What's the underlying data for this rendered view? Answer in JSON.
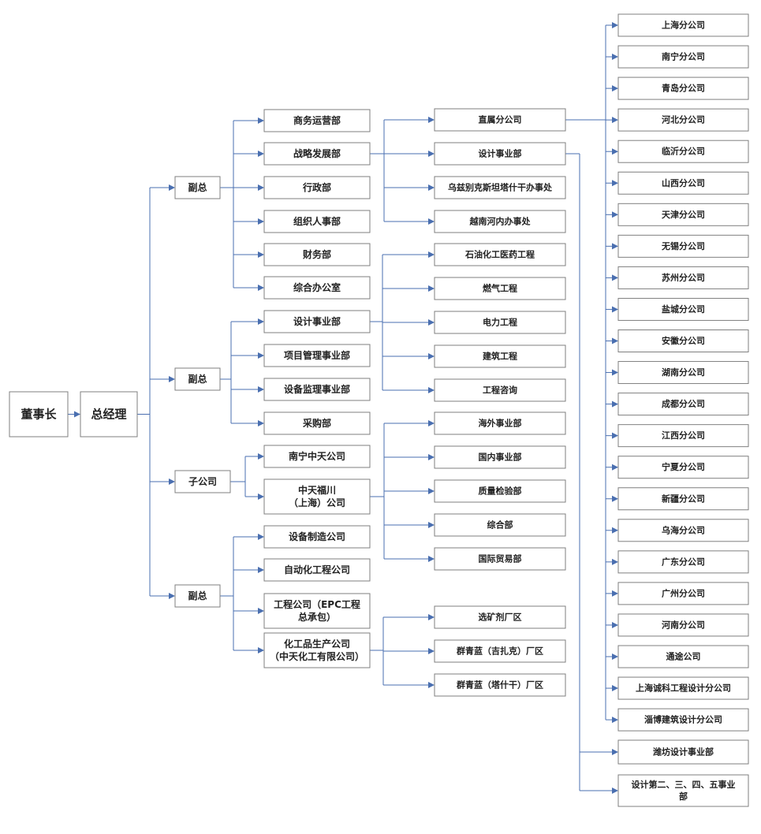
{
  "nodes": {
    "chairman": "董事长",
    "gm": "总经理",
    "vp1": "副总",
    "vp2": "副总",
    "sub": "子公司",
    "vp3": "副总",
    "shangwu": "商务运营部",
    "zhanlue": "战略发展部",
    "xingzheng": "行政部",
    "zuzhi": "组织人事部",
    "caiwu": "财务部",
    "zonghe_office": "综合办公室",
    "sheji_dept": "设计事业部",
    "xiangmu": "项目管理事业部",
    "shebei_jianli": "设备监理事业部",
    "caigou": "采购部",
    "nanning_zt": "南宁中天公司",
    "zt_fuchuan": [
      "中天福川",
      "（上海）公司"
    ],
    "shebei_zhizao": "设备制造公司",
    "zidonghua": "自动化工程公司",
    "gongcheng_epc": [
      "工程公司（EPC工程",
      "总承包）"
    ],
    "huagong": [
      "化工品生产公司",
      "（中天化工有限公司）"
    ],
    "zhishu": "直属分公司",
    "sheji_biz": "设计事业部",
    "uzbek": "乌兹别克斯坦塔什干办事处",
    "vietnam": "越南河内办事处",
    "shiyou": "石油化工医药工程",
    "ranqi": "燃气工程",
    "dianli": "电力工程",
    "jianzhu": "建筑工程",
    "zixun": "工程咨询",
    "haiwai": "海外事业部",
    "guonei": "国内事业部",
    "zhiliang": "质量检验部",
    "zonghebu": "综合部",
    "guoji": "国际贸易部",
    "xuankuang": "选矿剂厂区",
    "qunqing_jizhake": "群青蓝（吉扎克）厂区",
    "qunqing_tashigan": "群青蓝（塔什干）厂区",
    "weifang": "潍坊设计事业部",
    "sheji_2345": [
      "设计第二、三、四、五事业",
      "部"
    ]
  },
  "branches": [
    "上海分公司",
    "南宁分公司",
    "青岛分公司",
    "河北分公司",
    "临沂分公司",
    "山西分公司",
    "天津分公司",
    "无锡分公司",
    "苏州分公司",
    "盐城分公司",
    "安徽分公司",
    "湖南分公司",
    "成都分公司",
    "江西分公司",
    "宁夏分公司",
    "新疆分公司",
    "乌海分公司",
    "广东分公司",
    "广州分公司",
    "河南分公司",
    "通途公司",
    "上海诚科工程设计分公司",
    "淄博建筑设计分公司"
  ],
  "colors": {
    "connector": "#4a6fb0",
    "box_border": "#7f7f7f",
    "text": "#222222"
  }
}
